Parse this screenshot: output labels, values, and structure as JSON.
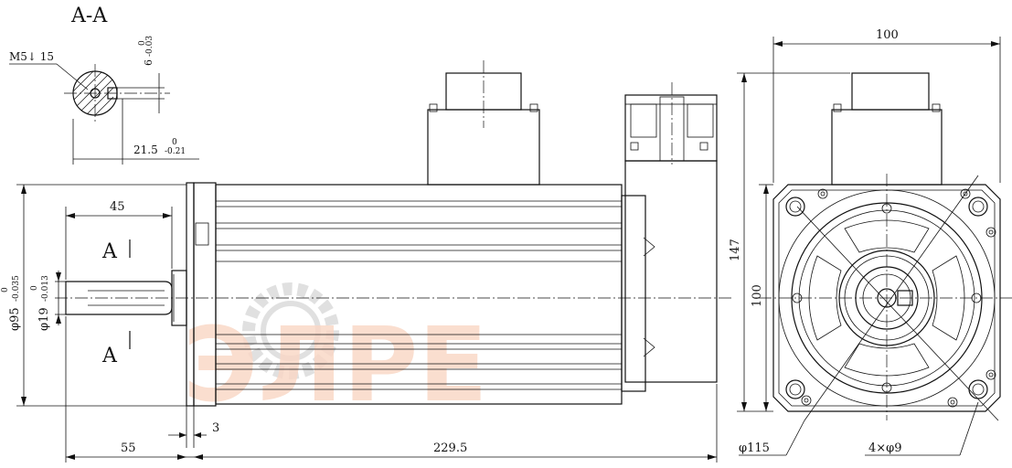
{
  "section": {
    "title": "A-A",
    "thread": "M5↓ 15",
    "key_width": "6",
    "key_width_tol": [
      "0",
      "-0.03"
    ],
    "key_depth": "21.5",
    "key_depth_tol": [
      "0",
      "-0.21"
    ]
  },
  "side_view": {
    "shaft_length": "45",
    "section_mark_top": "A",
    "section_mark_bottom": "A",
    "pilot_diameter": "φ95",
    "pilot_tol": [
      "0",
      "-0.035"
    ],
    "shaft_diameter": "φ19",
    "shaft_tol": [
      "0",
      "-0.013"
    ],
    "flange_thickness": "3",
    "front_length": "55",
    "body_length": "229.5"
  },
  "front_view": {
    "width": "100",
    "height_total": "147",
    "height_flange": "100",
    "bolt_circle": "φ115",
    "holes": "4×φ9"
  },
  "watermark": {
    "text": "ЭЛРЕ",
    "color": "#f4b898",
    "gear_color": "#c8c8c8"
  }
}
